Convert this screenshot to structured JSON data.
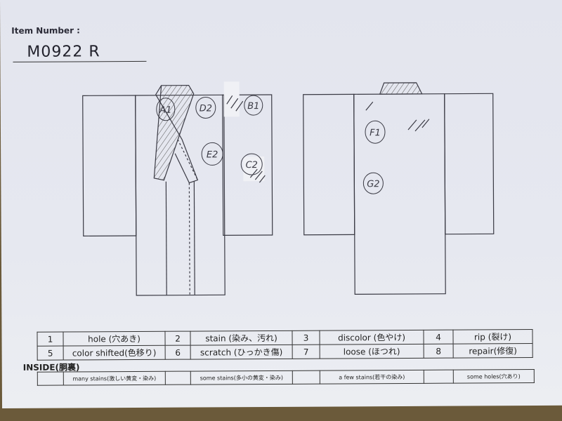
{
  "header": {
    "label": "Item Number :",
    "item_number": "M0922   R"
  },
  "front_marks": [
    {
      "text": "A1"
    },
    {
      "text": "D2"
    },
    {
      "text": "B1"
    },
    {
      "text": "E2"
    },
    {
      "text": "C2"
    }
  ],
  "back_marks": [
    {
      "text": "F1"
    },
    {
      "text": "G2"
    }
  ],
  "legend": [
    [
      {
        "n": "1",
        "t": "hole (穴あき)"
      },
      {
        "n": "2",
        "t": "stain (染み、汚れ)"
      },
      {
        "n": "3",
        "t": "discolor (色やけ)"
      },
      {
        "n": "4",
        "t": "rip (裂け)"
      }
    ],
    [
      {
        "n": "5",
        "t": "color shifted(色移り)"
      },
      {
        "n": "6",
        "t": "scratch (ひっかき傷)"
      },
      {
        "n": "7",
        "t": "loose (ほつれ)"
      },
      {
        "n": "8",
        "t": "repair(修復)"
      }
    ]
  ],
  "inside": {
    "title": "INSIDE(胴裏)",
    "options": [
      "many stains(激しい黄変・染み)",
      "some stains(多小の黄変・染み)",
      "a few stains(若干の染み)",
      "some holes(穴あり)"
    ]
  }
}
